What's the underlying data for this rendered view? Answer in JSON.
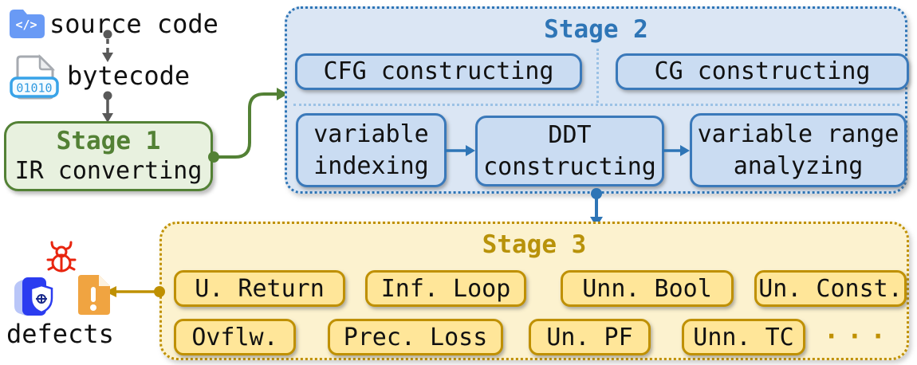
{
  "flow": {
    "source_code": {
      "label": "source code"
    },
    "bytecode": {
      "label": "bytecode",
      "icon_text": "01010"
    },
    "defects": {
      "label": "defects"
    }
  },
  "stage1": {
    "title": "Stage 1",
    "task": "IR converting"
  },
  "stage2": {
    "title": "Stage 2",
    "top_row": [
      {
        "label": "CFG constructing"
      },
      {
        "label": "CG constructing"
      }
    ],
    "bottom_row": [
      {
        "line1": "variable",
        "line2": "indexing"
      },
      {
        "line1": "DDT",
        "line2": "constructing"
      },
      {
        "line1": "variable range",
        "line2": "analyzing"
      }
    ]
  },
  "stage3": {
    "title": "Stage 3",
    "row1": [
      {
        "label": "U. Return"
      },
      {
        "label": "Inf. Loop"
      },
      {
        "label": "Unn. Bool"
      },
      {
        "label": "Un. Const."
      }
    ],
    "row2": [
      {
        "label": "Ovflw."
      },
      {
        "label": "Prec. Loss"
      },
      {
        "label": "Un. PF"
      },
      {
        "label": "Unn. TC"
      }
    ],
    "more_label": "···"
  },
  "icons": {
    "source_code": "code-folder-icon",
    "bytecode": "binary-file-icon",
    "bug": "bug-icon",
    "defect_book": "shield-book-icon",
    "warning_doc": "warning-document-icon"
  },
  "colors": {
    "stage1_accent": "#538135",
    "stage1_fill": "#e8f1df",
    "stage2_accent": "#2e75b6",
    "stage2_fill": "#dbe6f4",
    "stage2_box_fill": "#cadcf2",
    "stage3_accent": "#bf9000",
    "stage3_fill": "#fcf2cf",
    "stage3_box_fill": "#ffe699",
    "arrow_gray": "#595959",
    "bug_red": "#e8250f",
    "icon_blue": "#699af5",
    "doc_orange": "#f0a441"
  }
}
